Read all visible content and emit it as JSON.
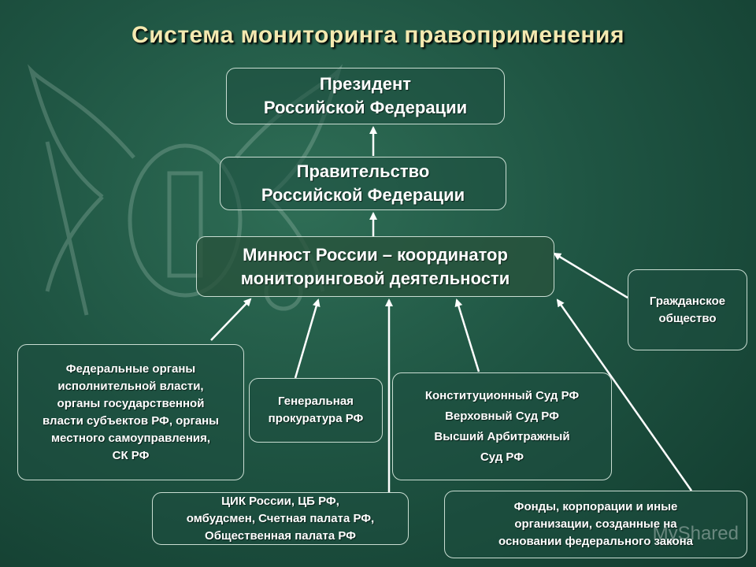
{
  "title": "Система мониторинга правоприменения",
  "nodes": {
    "president": "Президент\nРоссийской Федерации",
    "government": "Правительство\nРоссийской Федерации",
    "minjust": "Минюст России – координатор\nмониторинговой деятельности",
    "civil_society": "Гражданское\nобщество",
    "federal_organs": "Федеральные органы\nисполнительной власти,\nорганы государственной\nвласти субъектов РФ, органы\nместного самоуправления,\nСК РФ",
    "prosecutor": "Генеральная\nпрокуратура РФ",
    "courts": "Конституционный Суд РФ\nВерховный Суд РФ\nВысший Арбитражный\nСуд РФ",
    "cik": "ЦИК России, ЦБ РФ,\nомбудсмен, Счетная палата РФ,\nОбщественная палата РФ",
    "funds": "Фонды, корпорации и иные\nорганизации, созданные на\nосновании федерального закона"
  },
  "watermark": "MyShared",
  "colors": {
    "title": "#f4e9b0",
    "border": "#c9ddd2",
    "arrow": "#ffffff"
  }
}
